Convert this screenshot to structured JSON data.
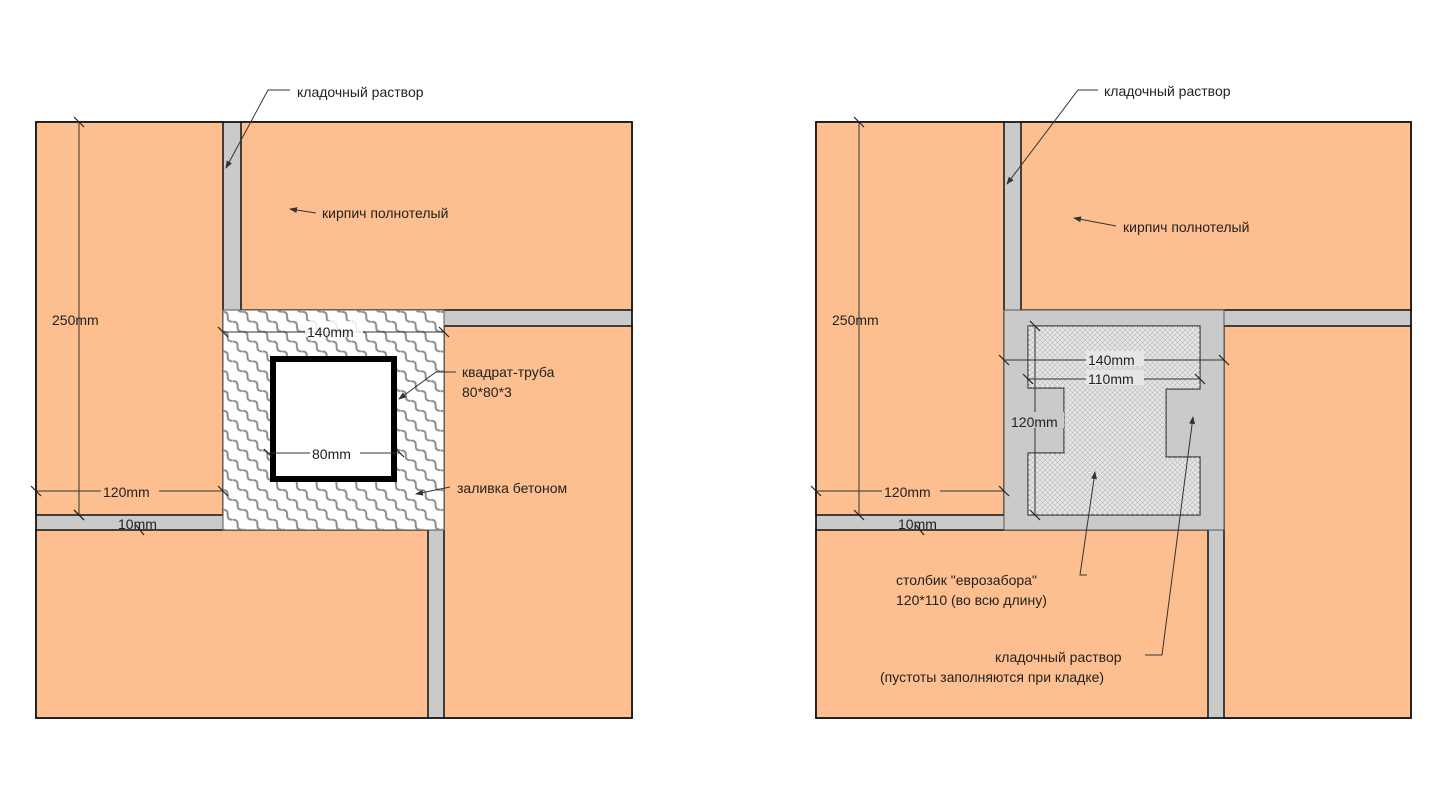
{
  "colors": {
    "brick": "#fdbf8f",
    "mortar": "#cacaca",
    "outline": "#111111",
    "concrete_hatch": "#8c8c8c",
    "post_fill": "#e6e6e6"
  },
  "left": {
    "labels": {
      "mortar": "кладочный раствор",
      "brick": "кирпич полнотелый",
      "pipe_line1": "квадрат-труба",
      "pipe_line2": "80*80*3",
      "concrete": "заливка бетоном"
    },
    "dims": {
      "height": "250mm",
      "width_140": "140mm",
      "width_80": "80mm",
      "width_120": "120mm",
      "joint_10": "10mm"
    }
  },
  "right": {
    "labels": {
      "mortar": "кладочный раствор",
      "brick": "кирпич полнотелый",
      "post_line1": "столбик \"еврозабора\"",
      "post_line2": "120*110 (во всю длину)",
      "mortar2_line1": "кладочный раствор",
      "mortar2_line2": "(пустоты заполняются при кладке)"
    },
    "dims": {
      "height": "250mm",
      "width_140": "140mm",
      "width_110": "110mm",
      "height_120": "120mm",
      "width_120": "120mm",
      "joint_10": "10mm"
    }
  }
}
